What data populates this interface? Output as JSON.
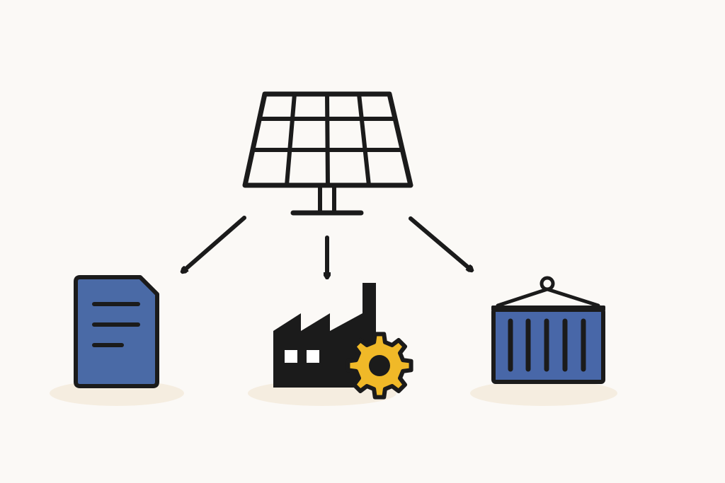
{
  "colors": {
    "background": "#fbf9f6",
    "ink": "#1b1b1b",
    "document_blue": "#4a6aa6",
    "container_blue": "#4867a8",
    "gear_yellow": "#f0b928",
    "factory_window": "#ffffff",
    "shadow": "#f5ede0"
  },
  "diagram": {
    "nodes": [
      {
        "id": "solar-panel",
        "icon": "solar-panel-icon"
      },
      {
        "id": "document",
        "icon": "document-icon"
      },
      {
        "id": "factory",
        "icon": "factory-with-gear-icon"
      },
      {
        "id": "shipping-container",
        "icon": "shipping-container-icon"
      }
    ],
    "edges": [
      {
        "from": "solar-panel",
        "to": "document"
      },
      {
        "from": "solar-panel",
        "to": "factory"
      },
      {
        "from": "solar-panel",
        "to": "shipping-container"
      }
    ]
  }
}
